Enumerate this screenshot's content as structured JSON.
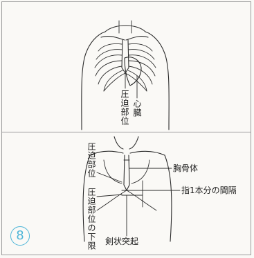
{
  "upper_panel": {
    "label_pressure_site": "圧迫部位",
    "label_heart": "心臓"
  },
  "lower_panel": {
    "label_pressure_site": "圧迫部位",
    "label_lower_limit": "圧迫部位の下限",
    "label_sternum_body": "胸骨体",
    "label_finger_gap": "指1本分の間隔",
    "label_xiphoid": "剣状突起"
  },
  "step_number": "8",
  "colors": {
    "step_accent": "#4fb6d8",
    "line": "#2b2b2b"
  }
}
